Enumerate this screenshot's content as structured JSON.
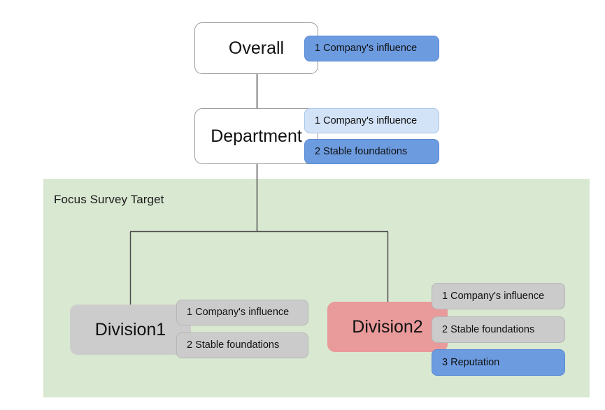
{
  "group": {
    "title": "Focus Survey Target",
    "bg_color": "#d9e8d1"
  },
  "nodes": [
    {
      "id": "overall",
      "label": "Overall",
      "style": "plain"
    },
    {
      "id": "department",
      "label": "Department",
      "style": "plain"
    },
    {
      "id": "division1",
      "label": "Division1",
      "style": "grey"
    },
    {
      "id": "division2",
      "label": "Division2",
      "style": "pink"
    }
  ],
  "badges": {
    "overall": [
      {
        "rank": "1",
        "text": "1 Company's influence",
        "style": "blue"
      }
    ],
    "department": [
      {
        "rank": "1",
        "text": "1 Company's influence",
        "style": "lightblue"
      },
      {
        "rank": "2",
        "text": "2 Stable foundations",
        "style": "blue"
      }
    ],
    "division1": [
      {
        "rank": "1",
        "text": "1 Company's influence",
        "style": "grey"
      },
      {
        "rank": "2",
        "text": "2 Stable foundations",
        "style": "grey"
      }
    ],
    "division2": [
      {
        "rank": "1",
        "text": "1 Company's influence",
        "style": "grey"
      },
      {
        "rank": "2",
        "text": "2 Stable foundations",
        "style": "grey"
      },
      {
        "rank": "3",
        "text": "3 Reputation",
        "style": "blue"
      }
    ]
  },
  "colors": {
    "accent_blue": "#6c9be0",
    "light_blue": "#d2e2f7",
    "grey": "#cbcbcb",
    "pink": "#e99a9a",
    "group_green": "#d9e8d1",
    "line": "#4d4d4d"
  }
}
